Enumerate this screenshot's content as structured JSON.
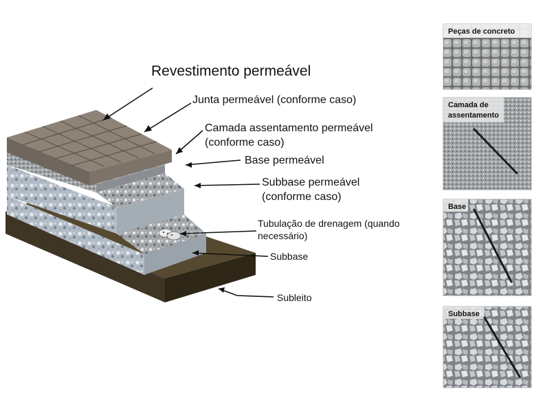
{
  "diagram": {
    "labels": {
      "revestimento": "Revestimento permeável",
      "junta": "Junta permeável (conforme caso)",
      "camada_l1": "Camada assentamento permeável",
      "camada_l2": "(conforme caso)",
      "base": "Base permeável",
      "subbase_perm_l1": "Subbase permeável",
      "subbase_perm_l2": "(conforme caso)",
      "tubulacao_l1": "Tubulação de drenagem (quando",
      "tubulacao_l2": "necessário)",
      "subbase": "Subbase",
      "subleito": "Subleito"
    },
    "colors": {
      "pavers": "#8f8377",
      "soil": "#3f3524",
      "gravel": "#b9bcbf",
      "line": "#111111"
    }
  },
  "photos": {
    "pecas": "Peças de concreto",
    "camada_l1": "Camada de",
    "camada_l2": "assentamento",
    "base": "Base",
    "subbase": "Subbase"
  }
}
